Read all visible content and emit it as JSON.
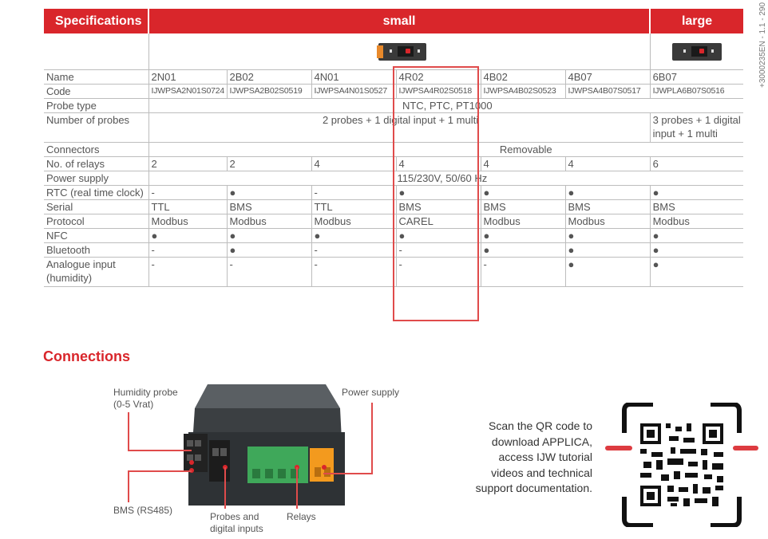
{
  "doc_code": "+3000235EN - 1.1 - 290",
  "table": {
    "header": {
      "specifications": "Specifications",
      "small": "small",
      "large": "large"
    },
    "columns": [
      "2N01",
      "2B02",
      "4N01",
      "4R02",
      "4B02",
      "4B07",
      "6B07"
    ],
    "rows": {
      "name": {
        "label": "Name"
      },
      "code": {
        "label": "Code",
        "values": [
          "IJWPSA2N01S0724",
          "IJWPSA2B02S0519",
          "IJWPSA4N01S0527",
          "IJWPSA4R02S0518",
          "IJWPSA4B02S0523",
          "IJWPSA4B07S0517",
          "IJWPLA6B07S0516"
        ]
      },
      "probe_type": {
        "label": "Probe type",
        "value": "NTC, PTC, PT1000"
      },
      "num_probes": {
        "label": "Number of probes",
        "small": "2 probes + 1 digital input + 1 multi",
        "large": "3 probes + 1 digital input + 1 multi"
      },
      "connectors": {
        "label": "Connectors",
        "value": "Removable"
      },
      "relays": {
        "label": "No. of relays",
        "values": [
          "2",
          "2",
          "4",
          "4",
          "4",
          "4",
          "6"
        ]
      },
      "power": {
        "label": "Power supply",
        "value": "115/230V, 50/60 Hz"
      },
      "rtc": {
        "label": "RTC (real time clock)",
        "values": [
          "-",
          "●",
          "-",
          "●",
          "●",
          "●",
          "●"
        ]
      },
      "serial": {
        "label": "Serial",
        "values": [
          "TTL",
          "BMS",
          "TTL",
          "BMS",
          "BMS",
          "BMS",
          "BMS"
        ]
      },
      "protocol": {
        "label": "Protocol",
        "values": [
          "Modbus",
          "Modbus",
          "Modbus",
          "CAREL",
          "Modbus",
          "Modbus",
          "Modbus"
        ]
      },
      "nfc": {
        "label": "NFC",
        "values": [
          "●",
          "●",
          "●",
          "●",
          "●",
          "●",
          "●"
        ]
      },
      "bluetooth": {
        "label": "Bluetooth",
        "values": [
          "-",
          "●",
          "-",
          "-",
          "●",
          "●",
          "●"
        ]
      },
      "humidity": {
        "label": "Analogue input (humidity)",
        "values": [
          "-",
          "-",
          "-",
          "-",
          "-",
          "●",
          "●"
        ]
      }
    }
  },
  "connections": {
    "title": "Connections",
    "labels": {
      "humidity_probe": "Humidity probe\n(0-5 Vrat)",
      "power_supply": "Power supply",
      "bms": "BMS (RS485)",
      "probes": "Probes and\ndigital inputs",
      "relays": "Relays"
    }
  },
  "qr": {
    "text": "Scan the QR code to download APPLICA, access IJW tutorial videos and technical support documentation."
  },
  "colors": {
    "accent": "#d9262b",
    "terminal_green": "#3fa85a",
    "terminal_orange": "#f39a1e"
  }
}
